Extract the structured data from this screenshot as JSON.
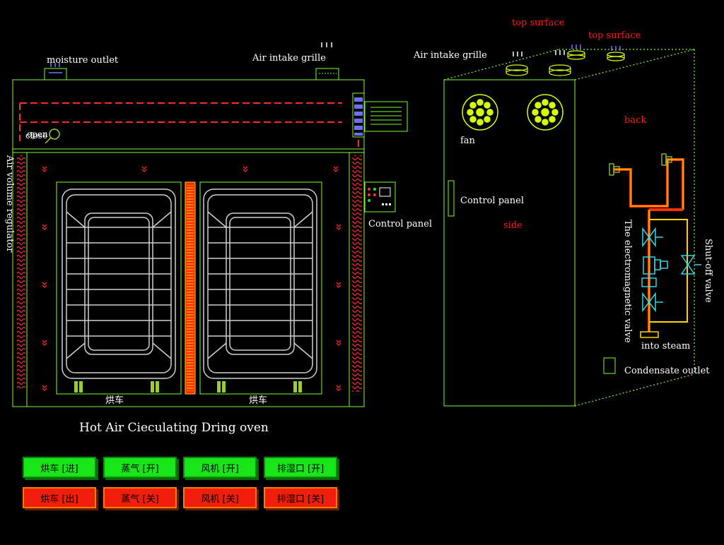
{
  "labels": {
    "moisture_outlet": "moisture outlet",
    "air_intake_left": "Air intake grille",
    "air_intake_right": "Air intake grille",
    "close": "close",
    "open": "open",
    "air_volume_regulator": "Air volume regulator",
    "control_panel_front": "Control panel",
    "control_panel_side": "Control panel",
    "cart_left": "烘车",
    "cart_right": "烘车",
    "title": "Hot Air Cieculating Dring oven",
    "top_surface_1": "top surface",
    "top_surface_2": "top surface",
    "back": "back",
    "side": "side",
    "fan": "fan",
    "electromagnetic_valve": "The electromagnetic valve",
    "shutoff_valve": "Shut-off valve",
    "into_steam": "into steam",
    "condensate_outlet": "Condensate outlet"
  },
  "buttons": {
    "open_row": [
      {
        "label": "烘车 [进]",
        "name": "cart-in-button"
      },
      {
        "label": "蒸气 [开]",
        "name": "steam-open-button"
      },
      {
        "label": "风机 [开]",
        "name": "fan-on-button"
      },
      {
        "label": "排湿口 [开]",
        "name": "dehumidify-open-button"
      }
    ],
    "close_row": [
      {
        "label": "烘车 [出]",
        "name": "cart-out-button"
      },
      {
        "label": "蒸气 [关]",
        "name": "steam-close-button"
      },
      {
        "label": "风机 [关]",
        "name": "fan-off-button"
      },
      {
        "label": "排湿口 [关]",
        "name": "dehumidify-close-button"
      }
    ]
  },
  "colors": {
    "outline": "#7cff2e",
    "label_white": "#ffffff",
    "label_red": "#ff1a1a",
    "dash_red": "#ff2a2a",
    "pipe": "#ff3300",
    "steam_yellow": "#ffd200",
    "valve_cyan": "#36d6e6",
    "icon_blue": "#7070ff",
    "cart_grey": "#cfcfcf"
  }
}
